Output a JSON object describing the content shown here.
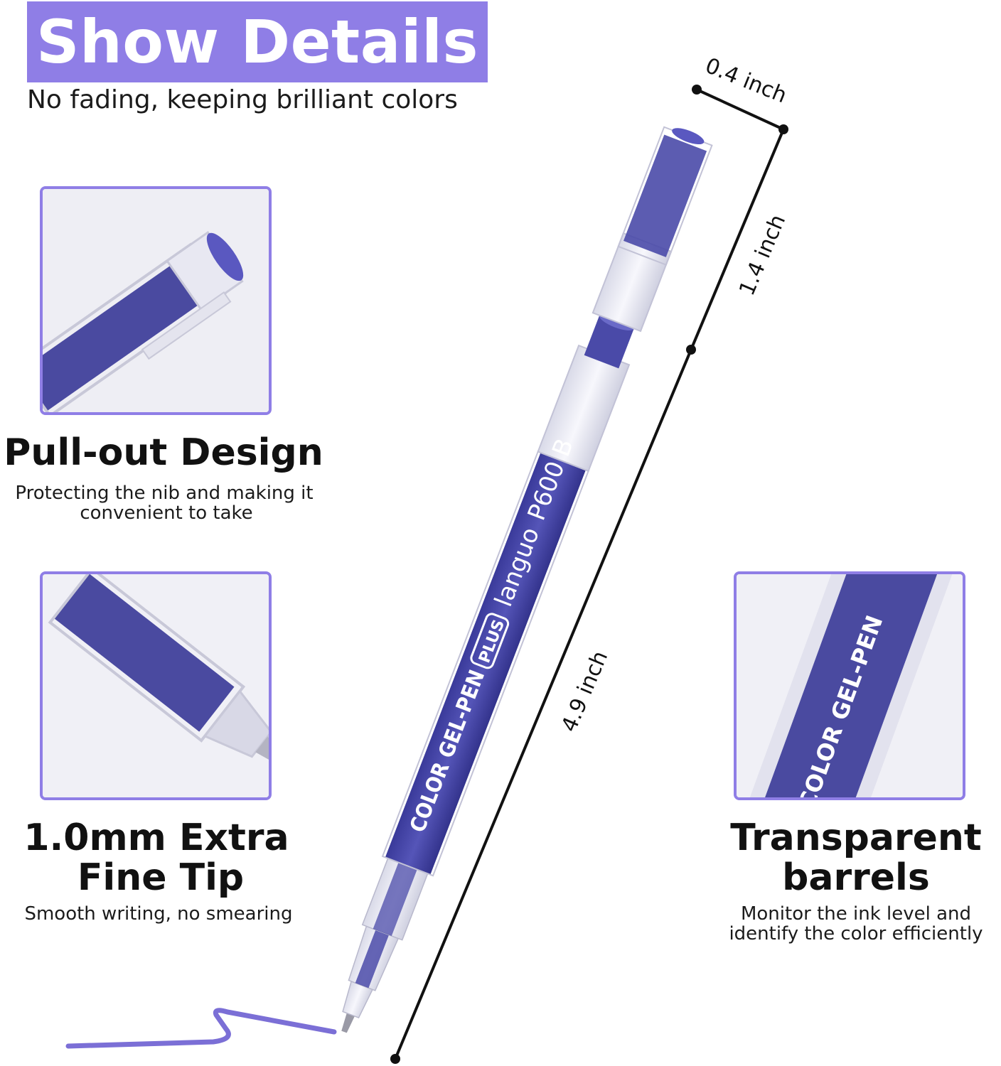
{
  "header": {
    "title": "Show Details",
    "subtitle": "No fading, keeping brilliant colors"
  },
  "features": [
    {
      "heading": "Pull-out Design",
      "description_line1": "Protecting the nib and making it",
      "description_line2": "convenient to take"
    },
    {
      "heading_line1": "1.0mm Extra",
      "heading_line2": "Fine Tip",
      "description": "Smooth writing, no smearing"
    },
    {
      "heading_line1": "Transparent",
      "heading_line2": "barrels",
      "description_line1": "Monitor the ink level and",
      "description_line2": "identify the color efficiently"
    }
  ],
  "dimensions": {
    "cap_width": "0.4 inch",
    "cap_length": "1.4 inch",
    "pen_length": "4.9 inch"
  },
  "pen_print": {
    "product_line": "COLOR GEL-PEN",
    "badge": "PLUS",
    "brand": "languo",
    "model": "P600 B"
  },
  "colors": {
    "accent": "#8f7ee6",
    "ink": "#4a4aa8",
    "scribble": "#7b6fd6"
  }
}
